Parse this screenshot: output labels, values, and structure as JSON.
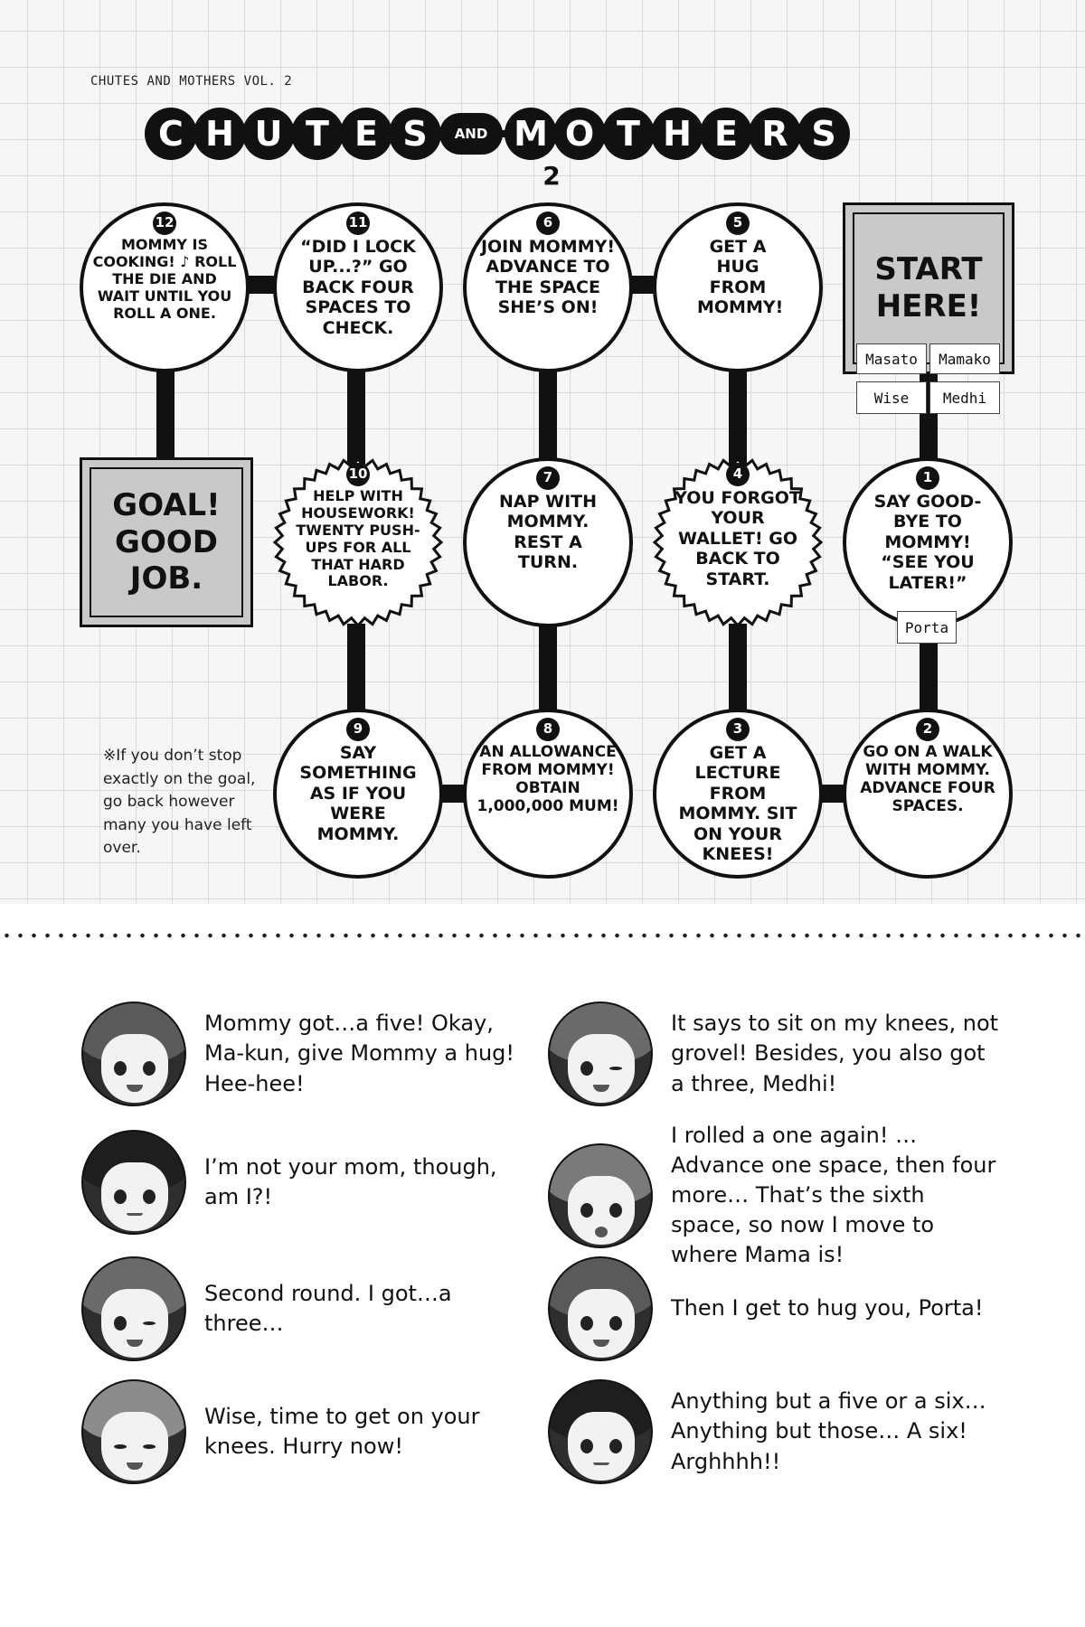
{
  "header": {
    "series_line": "CHUTES AND MOTHERS VOL. 2",
    "title_left": [
      "C",
      "H",
      "U",
      "T",
      "E",
      "S"
    ],
    "title_and": "AND",
    "title_right": [
      "M",
      "O",
      "T",
      "H",
      "E",
      "R",
      "S"
    ],
    "number": "2"
  },
  "board": {
    "start": "START HERE!",
    "goal": "GOAL! GOOD JOB.",
    "spaces": [
      {
        "num": "1",
        "text": "SAY GOOD-BYE TO MOMMY! “SEE YOU LATER!”"
      },
      {
        "num": "2",
        "text": "GO ON A WALK WITH MOMMY. ADVANCE FOUR SPACES."
      },
      {
        "num": "3",
        "text": "GET A LECTURE FROM MOMMY. SIT ON YOUR KNEES!"
      },
      {
        "num": "4",
        "text": "YOU FORGOT YOUR WALLET! GO BACK TO START."
      },
      {
        "num": "5",
        "text": "GET A HUG FROM MOMMY!"
      },
      {
        "num": "6",
        "text": "JOIN MOMMY! ADVANCE TO THE SPACE SHE’S ON!"
      },
      {
        "num": "7",
        "text": "NAP WITH MOMMY. REST A TURN."
      },
      {
        "num": "8",
        "text": "AN ALLOWANCE FROM MOMMY! OBTAIN 1,000,000 MUM!"
      },
      {
        "num": "9",
        "text": "SAY SOMETHING AS IF YOU WERE MOMMY."
      },
      {
        "num": "10",
        "text": "HELP WITH HOUSEWORK! TWENTY PUSH-UPS FOR ALL THAT HARD LABOR."
      },
      {
        "num": "11",
        "text": "“DID I LOCK UP...?” GO BACK FOUR SPACES TO CHECK."
      },
      {
        "num": "12",
        "text": "MOMMY IS COOKING! ♪ ROLL THE DIE AND WAIT UNTIL YOU ROLL A ONE."
      }
    ],
    "tokens": [
      "Masato",
      "Mamako",
      "Wise",
      "Medhi",
      "Porta"
    ],
    "note": "※If you don’t stop exactly on the goal, go back however many you have left over."
  },
  "dialogue": [
    {
      "speaker_icon": "mamako-avatar",
      "text": "Mommy got…a five! Okay, Ma-kun, give Mommy a hug! Hee-hee!"
    },
    {
      "speaker_icon": "masato-avatar",
      "text": "I’m not your mom, though, am I?!"
    },
    {
      "speaker_icon": "medhi-avatar",
      "text": "Second round. I got…a three…"
    },
    {
      "speaker_icon": "wise-avatar",
      "text": "Wise, time to get on your knees. Hurry now!"
    },
    {
      "speaker_icon": "medhi-avatar",
      "text": "It says to sit on my knees, not grovel! Besides, you also got a three, Medhi!"
    },
    {
      "speaker_icon": "porta-avatar",
      "text": "I rolled a one again! …Advance one space, then four more… That’s the sixth space, so now I move to where Mama is!"
    },
    {
      "speaker_icon": "mamako-avatar",
      "text": "Then I get to hug you, Porta!"
    },
    {
      "speaker_icon": "masato-avatar",
      "text": "Anything but a five or a six… Anything but those… A six! Arghhhh!!"
    }
  ]
}
